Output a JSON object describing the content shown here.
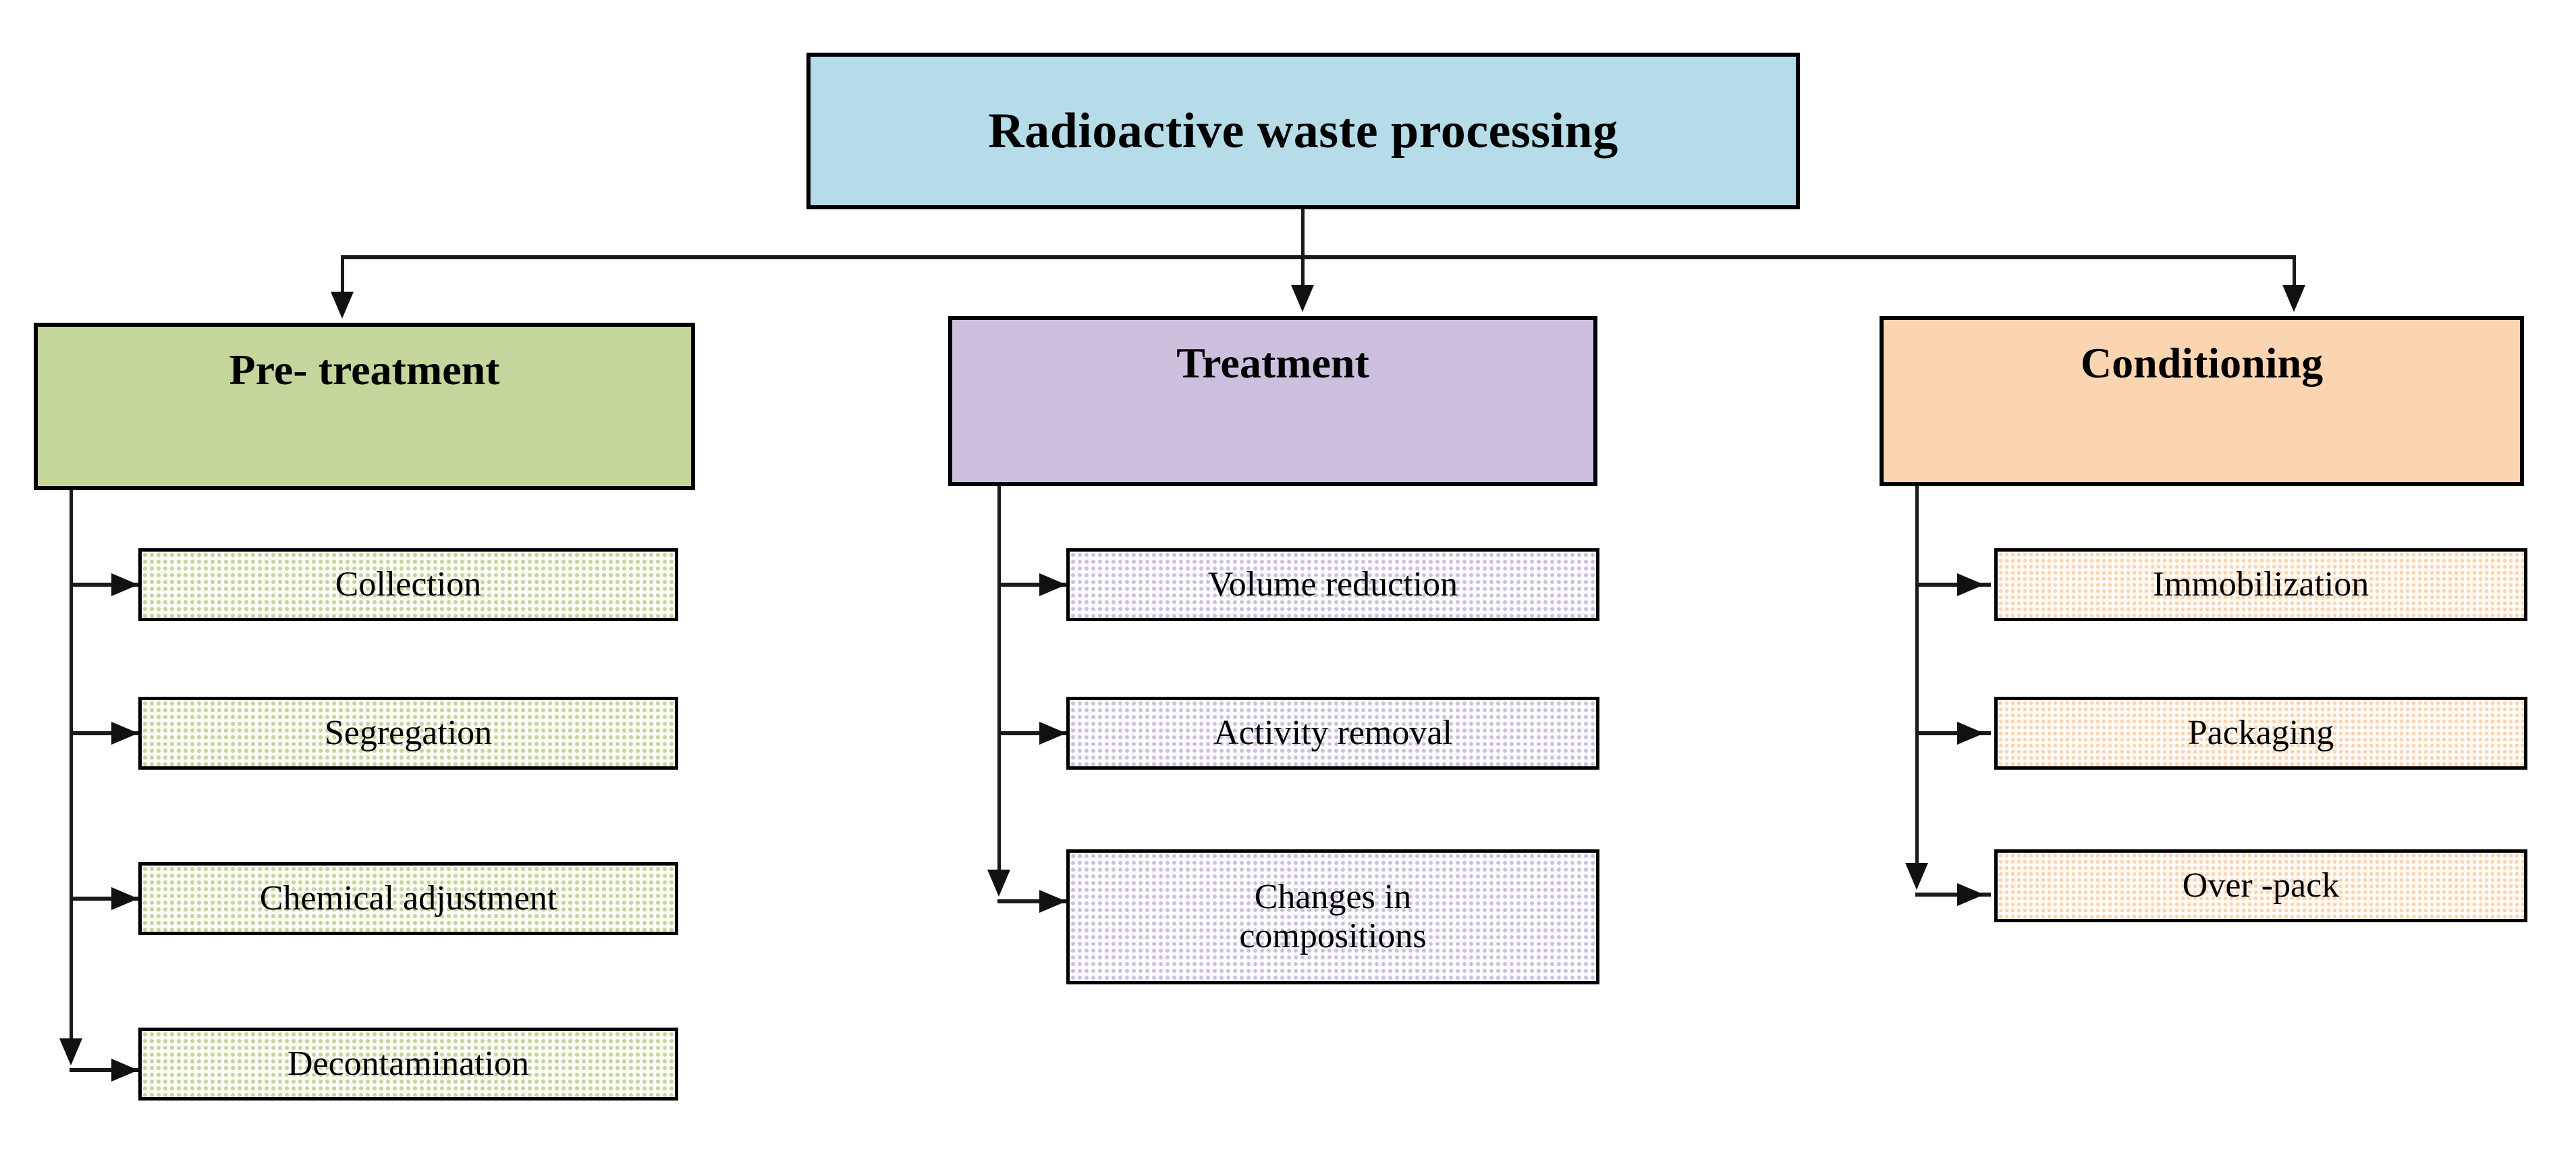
{
  "diagram": {
    "title": "Radioactive waste processing",
    "root": {
      "label": "Radioactive waste processing",
      "color": "#b5dce8"
    },
    "branches": [
      {
        "id": "pre-treatment",
        "label": "Pre- treatment",
        "color": "#c5d69c",
        "steps": [
          {
            "label": "Collection"
          },
          {
            "label": "Segregation"
          },
          {
            "label": "Chemical adjustment"
          },
          {
            "label": "Decontamination"
          }
        ]
      },
      {
        "id": "treatment",
        "label": "Treatment",
        "color": "#ccc0de",
        "steps": [
          {
            "label": "Volume reduction"
          },
          {
            "label": "Activity removal"
          },
          {
            "label_line1": "Changes in",
            "label_line2": "compositions"
          }
        ]
      },
      {
        "id": "conditioning",
        "label": "Conditioning",
        "color": "#fbd5b2",
        "steps": [
          {
            "label": "Immobilization"
          },
          {
            "label": "Packaging"
          },
          {
            "label": "Over -pack"
          }
        ]
      }
    ],
    "connector_color": "#111111",
    "border_color": "#000000",
    "background": "#ffffff"
  }
}
